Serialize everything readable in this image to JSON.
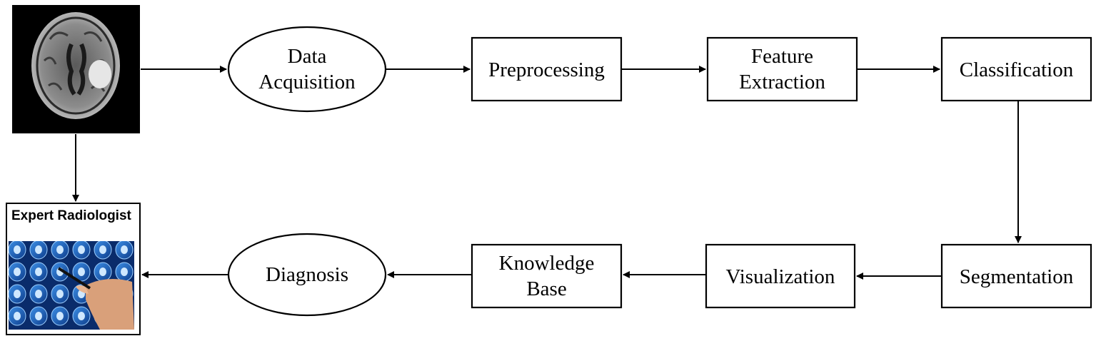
{
  "nodes": {
    "data_acquisition": {
      "shape": "ellipse",
      "lines": [
        "Data",
        "Acquisition"
      ]
    },
    "preprocessing": {
      "shape": "rectangle",
      "lines": [
        "Preprocessing"
      ]
    },
    "feature_extraction": {
      "shape": "rectangle",
      "lines": [
        "Feature",
        "Extraction"
      ]
    },
    "classification": {
      "shape": "rectangle",
      "lines": [
        "Classification"
      ]
    },
    "segmentation": {
      "shape": "rectangle",
      "lines": [
        "Segmentation"
      ]
    },
    "visualization": {
      "shape": "rectangle",
      "lines": [
        "Visualization"
      ]
    },
    "knowledge_base": {
      "shape": "rectangle",
      "lines": [
        "Knowledge",
        "Base"
      ]
    },
    "diagnosis": {
      "shape": "ellipse",
      "lines": [
        "Diagnosis"
      ]
    }
  },
  "expert": {
    "title": "Expert Radiologist"
  },
  "images": {
    "mri_input": {
      "icon": "brain-mri-scan-icon",
      "description_colors": {
        "background": "#000000",
        "tissue": "#9a9a9a"
      }
    },
    "expert_photo": {
      "icon": "radiologist-reviewing-scans-icon",
      "description_colors": {
        "scan": "#1c6fd1",
        "film": "#0a2c6b"
      }
    }
  },
  "edges": [
    [
      "mri_input",
      "data_acquisition"
    ],
    [
      "data_acquisition",
      "preprocessing"
    ],
    [
      "preprocessing",
      "feature_extraction"
    ],
    [
      "feature_extraction",
      "classification"
    ],
    [
      "classification",
      "segmentation"
    ],
    [
      "segmentation",
      "visualization"
    ],
    [
      "visualization",
      "knowledge_base"
    ],
    [
      "knowledge_base",
      "diagnosis"
    ],
    [
      "diagnosis",
      "expert"
    ],
    [
      "mri_input",
      "expert"
    ]
  ]
}
